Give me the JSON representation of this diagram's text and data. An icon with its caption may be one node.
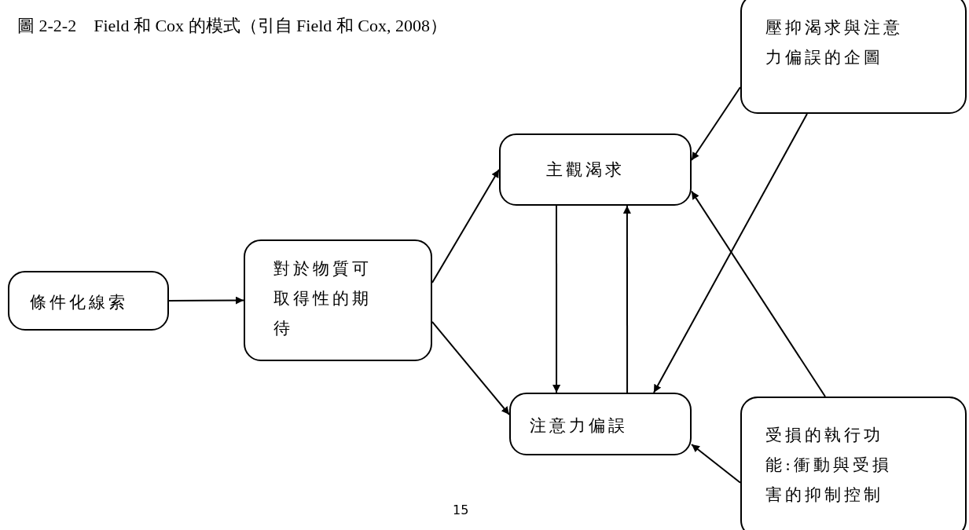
{
  "diagram": {
    "title": "圖 2-2-2　Field 和 Cox 的模式（引自 Field 和 Cox, 2008）",
    "nodes": [
      {
        "text": [
          "條件化線索"
        ]
      },
      {
        "text": [
          "對於物質可取得性的期待"
        ]
      },
      {
        "text": [
          "主觀渴求"
        ]
      },
      {
        "text": [
          "注意力偏誤"
        ]
      },
      {
        "text": [
          "壓抑渴求與注意力偏誤的企圖"
        ]
      },
      {
        "text": [
          "受損的執行功能:衝動與受損害的抑制控制"
        ]
      }
    ],
    "edges": [
      {
        "from": 0,
        "to": 1,
        "arrow": "to"
      },
      {
        "from": 1,
        "to": 2,
        "arrow": "to"
      },
      {
        "from": 1,
        "to": 3,
        "arrow": "to"
      },
      {
        "from": 2,
        "to": 3,
        "arrow": "to"
      },
      {
        "from": 3,
        "to": 2,
        "arrow": "to"
      },
      {
        "from": 4,
        "to": 2,
        "arrow": "to"
      },
      {
        "from": 4,
        "to": 3,
        "arrow": "to"
      },
      {
        "from": 5,
        "to": 2,
        "arrow": "to"
      },
      {
        "from": 5,
        "to": 3,
        "arrow": "to"
      }
    ],
    "labels": [
      "15"
    ]
  }
}
